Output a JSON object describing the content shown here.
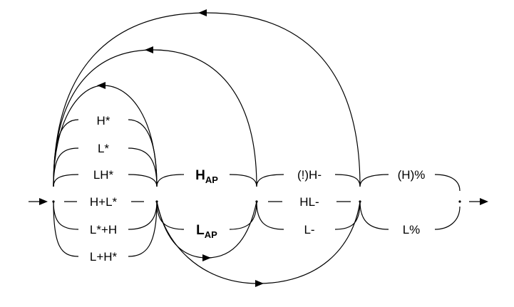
{
  "diagram": {
    "pitch_accents": [
      "H*",
      "L*",
      "LH*",
      "H+L*",
      "L*+H",
      "L+H*"
    ],
    "accent_pairs": [
      {
        "main": "H",
        "sub": "AP"
      },
      {
        "main": "L",
        "sub": "AP"
      }
    ],
    "phrase_accents": [
      "(!)H-",
      "HL-",
      "L-"
    ],
    "boundary_tones": [
      "(H)%",
      "L%"
    ]
  }
}
